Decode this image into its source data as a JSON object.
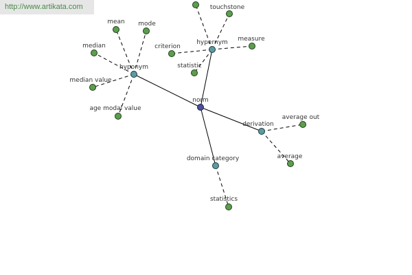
{
  "watermark": "http://www.artikata.com",
  "graph": {
    "root": "norm",
    "relations": {
      "hyponym": "hyponym",
      "hypernym": "hypernym",
      "derivation": "derivation",
      "domain_category": "domain category"
    },
    "terms": {
      "mean": "mean",
      "mode": "mode",
      "median": "median",
      "median_value": "median value",
      "age_modal_value": "age modal value",
      "touchstone": "touchstone",
      "criterion": "criterion",
      "measure": "measure",
      "statistic": "statistic",
      "average_out": "average out",
      "average": "average",
      "statistics": "statistics"
    }
  },
  "colors": {
    "leaf": "#5c9e4e",
    "relation": "#5d9aa2",
    "root": "#4a4fa0",
    "watermark_text": "#4a8a4a",
    "watermark_bg": "#e6e6e6"
  }
}
